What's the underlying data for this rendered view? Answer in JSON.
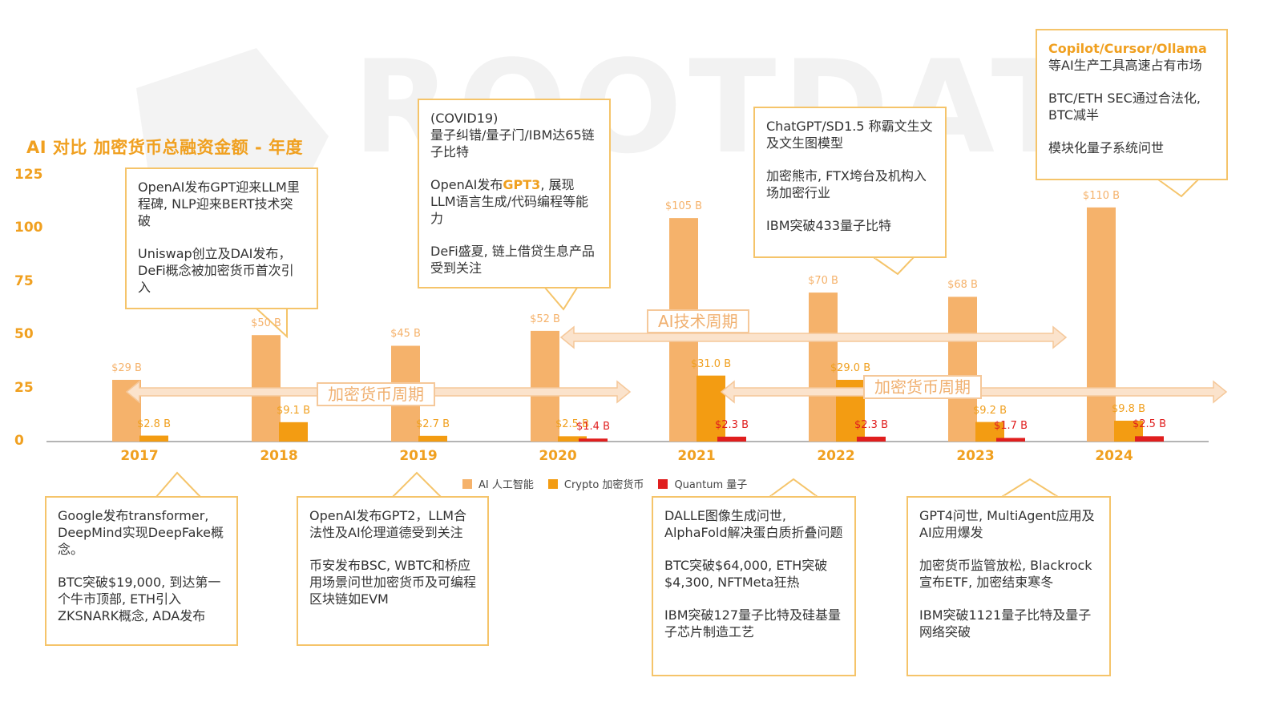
{
  "title": "AI 对比 加密货币总融资金额 - 年度",
  "watermark": "ROOTDATA",
  "colors": {
    "ai": "#f5b26b",
    "crypto": "#f39c12",
    "quantum": "#e01e1e",
    "accent": "#f0a020",
    "border": "#f5c46a"
  },
  "chart_data": {
    "type": "bar",
    "categories": [
      "2017",
      "2018",
      "2019",
      "2020",
      "2021",
      "2022",
      "2023",
      "2024"
    ],
    "ylim": [
      0,
      125
    ],
    "yticks": [
      "0",
      "25",
      "50",
      "75",
      "100",
      "125"
    ],
    "series": [
      {
        "name": "AI 人工智能",
        "key": "ai",
        "values": [
          29,
          50,
          45,
          52,
          105,
          70,
          68,
          110
        ],
        "labels": [
          "$29 B",
          "$50 B",
          "$45 B",
          "$52 B",
          "$105 B",
          "$70 B",
          "$68 B",
          "$110 B"
        ]
      },
      {
        "name": "Crypto 加密货币",
        "key": "crypto",
        "values": [
          2.8,
          9.1,
          2.7,
          2.5,
          31.0,
          29.0,
          9.2,
          9.8
        ],
        "labels": [
          "$2.8 B",
          "$9.1 B",
          "$2.7 B",
          "$2.5 B",
          "$31.0 B",
          "$29.0 B",
          "$9.2 B",
          "$9.8 B"
        ]
      },
      {
        "name": "Quantum 量子",
        "key": "quantum",
        "values": [
          null,
          null,
          null,
          1.4,
          2.3,
          2.3,
          1.7,
          2.5
        ],
        "labels": [
          "",
          "",
          "",
          "$1.4 B",
          "$2.3 B",
          "$2.3 B",
          "$1.7 B",
          "$2.5 B"
        ]
      }
    ]
  },
  "cycles": [
    {
      "label": "加密货币周期",
      "x_from": "2017",
      "x_to": "2020"
    },
    {
      "label": "AI技术周期",
      "x_from": "2020",
      "x_to": "2024"
    },
    {
      "label": "加密货币周期",
      "x_from": "2021",
      "x_to": "2024"
    }
  ],
  "callouts_top": [
    {
      "paragraphs": [
        "OpenAI发布GPT迎来LLM里程碑, NLP迎来BERT技术突破",
        "Uniswap创立及DAI发布，DeFi概念被加密货币首次引入"
      ]
    },
    {
      "paragraphs": [
        "(COVID19)\n 量子纠错/量子门/IBM达65链子比特",
        "OpenAI发布GPT3, 展现LLM语言生成/代码编程等能力",
        "DeFi盛夏, 链上借贷生息产品受到关注"
      ],
      "highlight": "GPT3"
    },
    {
      "paragraphs": [
        "ChatGPT/SD1.5 称霸文生文及文生图模型",
        "加密熊市, FTX垮台及机构入场加密行业",
        "IBM突破433量子比特"
      ]
    },
    {
      "paragraphs": [
        "Copilot/Cursor/Ollama等AI生产工具高速占有市场",
        "BTC/ETH SEC通过合法化, BTC减半",
        "模块化量子系统问世"
      ],
      "highlight": "Copilot/Cursor/Ollama"
    }
  ],
  "callouts_bottom": [
    {
      "paragraphs": [
        "Google发布transformer, DeepMind实现DeepFake概念。",
        "BTC突破$19,000, 到达第一个牛市顶部, ETH引入ZKSNARK概念, ADA发布"
      ]
    },
    {
      "paragraphs": [
        "OpenAI发布GPT2，LLM合法性及AI伦理道德受到关注",
        "币安发布BSC, WBTC和桥应用场景问世加密货币及可编程区块链如EVM"
      ]
    },
    {
      "paragraphs": [
        "DALLE图像生成问世, AlphaFold解决蛋白质折叠问题",
        " BTC突破$64,000, ETH突破$4,300, NFTMeta狂热",
        "IBM突破127量子比特及硅基量子芯片制造工艺"
      ]
    },
    {
      "paragraphs": [
        "GPT4问世, MultiAgent应用及AI应用爆发",
        "加密货币监管放松, Blackrock宣布ETF, 加密结束寒冬",
        "IBM突破1121量子比特及量子网络突破"
      ]
    }
  ]
}
